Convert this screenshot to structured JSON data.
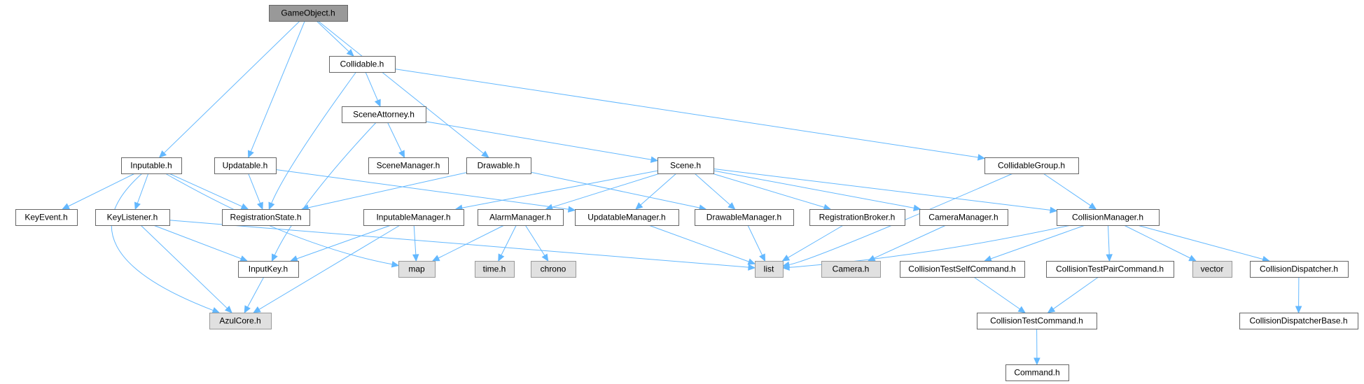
{
  "colors": {
    "edge": "#63b8ff",
    "root_fill": "#999999",
    "node_fill": "#ffffff",
    "system_fill": "#e0e0e0",
    "border": "#666666"
  },
  "nodes": [
    {
      "id": "gameobject",
      "label": "GameObject.h",
      "kind": "root"
    },
    {
      "id": "collidable",
      "label": "Collidable.h",
      "kind": "normal"
    },
    {
      "id": "sceneattorney",
      "label": "SceneAttorney.h",
      "kind": "normal"
    },
    {
      "id": "inputable",
      "label": "Inputable.h",
      "kind": "normal"
    },
    {
      "id": "updatable",
      "label": "Updatable.h",
      "kind": "normal"
    },
    {
      "id": "scenemanager",
      "label": "SceneManager.h",
      "kind": "normal"
    },
    {
      "id": "drawable",
      "label": "Drawable.h",
      "kind": "normal"
    },
    {
      "id": "scene",
      "label": "Scene.h",
      "kind": "normal"
    },
    {
      "id": "collidablegroup",
      "label": "CollidableGroup.h",
      "kind": "normal"
    },
    {
      "id": "keyevent",
      "label": "KeyEvent.h",
      "kind": "normal"
    },
    {
      "id": "keylistener",
      "label": "KeyListener.h",
      "kind": "normal"
    },
    {
      "id": "registrationstate",
      "label": "RegistrationState.h",
      "kind": "normal"
    },
    {
      "id": "inputablemanager",
      "label": "InputableManager.h",
      "kind": "normal"
    },
    {
      "id": "alarmmanager",
      "label": "AlarmManager.h",
      "kind": "normal"
    },
    {
      "id": "updatablemanager",
      "label": "UpdatableManager.h",
      "kind": "normal"
    },
    {
      "id": "drawablemanager",
      "label": "DrawableManager.h",
      "kind": "normal"
    },
    {
      "id": "registrationbroker",
      "label": "RegistrationBroker.h",
      "kind": "normal"
    },
    {
      "id": "cameramanager",
      "label": "CameraManager.h",
      "kind": "normal"
    },
    {
      "id": "collisionmanager",
      "label": "CollisionManager.h",
      "kind": "normal"
    },
    {
      "id": "inputkey",
      "label": "InputKey.h",
      "kind": "normal"
    },
    {
      "id": "map",
      "label": "map",
      "kind": "system"
    },
    {
      "id": "time",
      "label": "time.h",
      "kind": "system"
    },
    {
      "id": "chrono",
      "label": "chrono",
      "kind": "system"
    },
    {
      "id": "list",
      "label": "list",
      "kind": "system"
    },
    {
      "id": "camera",
      "label": "Camera.h",
      "kind": "system"
    },
    {
      "id": "colltestself",
      "label": "CollisionTestSelfCommand.h",
      "kind": "normal"
    },
    {
      "id": "colltestpair",
      "label": "CollisionTestPairCommand.h",
      "kind": "normal"
    },
    {
      "id": "vector",
      "label": "vector",
      "kind": "system"
    },
    {
      "id": "colldispatcher",
      "label": "CollisionDispatcher.h",
      "kind": "normal"
    },
    {
      "id": "azulcore",
      "label": "AzulCore.h",
      "kind": "system"
    },
    {
      "id": "colltestcommand",
      "label": "CollisionTestCommand.h",
      "kind": "normal"
    },
    {
      "id": "colldispatcherbase",
      "label": "CollisionDispatcherBase.h",
      "kind": "normal"
    },
    {
      "id": "command",
      "label": "Command.h",
      "kind": "normal"
    }
  ],
  "edges": [
    {
      "from": "gameobject",
      "to": "collidable"
    },
    {
      "from": "gameobject",
      "to": "inputable"
    },
    {
      "from": "gameobject",
      "to": "updatable"
    },
    {
      "from": "gameobject",
      "to": "drawable"
    },
    {
      "from": "collidable",
      "to": "sceneattorney"
    },
    {
      "from": "collidable",
      "to": "registrationstate"
    },
    {
      "from": "collidable",
      "to": "collidablegroup"
    },
    {
      "from": "sceneattorney",
      "to": "scenemanager"
    },
    {
      "from": "sceneattorney",
      "to": "scene"
    },
    {
      "from": "sceneattorney",
      "to": "inputkey"
    },
    {
      "from": "inputable",
      "to": "keyevent"
    },
    {
      "from": "inputable",
      "to": "keylistener"
    },
    {
      "from": "inputable",
      "to": "registrationstate"
    },
    {
      "from": "inputable",
      "to": "map"
    },
    {
      "from": "inputable",
      "to": "azulcore"
    },
    {
      "from": "updatable",
      "to": "registrationstate"
    },
    {
      "from": "updatable",
      "to": "updatablemanager"
    },
    {
      "from": "drawable",
      "to": "registrationstate"
    },
    {
      "from": "drawable",
      "to": "drawablemanager"
    },
    {
      "from": "scene",
      "to": "inputablemanager"
    },
    {
      "from": "scene",
      "to": "alarmmanager"
    },
    {
      "from": "scene",
      "to": "updatablemanager"
    },
    {
      "from": "scene",
      "to": "drawablemanager"
    },
    {
      "from": "scene",
      "to": "registrationbroker"
    },
    {
      "from": "scene",
      "to": "cameramanager"
    },
    {
      "from": "scene",
      "to": "collisionmanager"
    },
    {
      "from": "collidablegroup",
      "to": "collisionmanager"
    },
    {
      "from": "collidablegroup",
      "to": "list"
    },
    {
      "from": "keylistener",
      "to": "inputkey"
    },
    {
      "from": "keylistener",
      "to": "azulcore"
    },
    {
      "from": "keylistener",
      "to": "list"
    },
    {
      "from": "inputablemanager",
      "to": "inputkey"
    },
    {
      "from": "inputablemanager",
      "to": "map"
    },
    {
      "from": "inputablemanager",
      "to": "azulcore"
    },
    {
      "from": "alarmmanager",
      "to": "map"
    },
    {
      "from": "alarmmanager",
      "to": "time"
    },
    {
      "from": "alarmmanager",
      "to": "chrono"
    },
    {
      "from": "updatablemanager",
      "to": "list"
    },
    {
      "from": "drawablemanager",
      "to": "list"
    },
    {
      "from": "registrationbroker",
      "to": "list"
    },
    {
      "from": "cameramanager",
      "to": "camera"
    },
    {
      "from": "collisionmanager",
      "to": "list"
    },
    {
      "from": "collisionmanager",
      "to": "colltestself"
    },
    {
      "from": "collisionmanager",
      "to": "colltestpair"
    },
    {
      "from": "collisionmanager",
      "to": "vector"
    },
    {
      "from": "collisionmanager",
      "to": "colldispatcher"
    },
    {
      "from": "inputkey",
      "to": "azulcore"
    },
    {
      "from": "colltestself",
      "to": "colltestcommand"
    },
    {
      "from": "colltestpair",
      "to": "colltestcommand"
    },
    {
      "from": "colldispatcher",
      "to": "colldispatcherbase"
    },
    {
      "from": "colltestcommand",
      "to": "command"
    }
  ]
}
